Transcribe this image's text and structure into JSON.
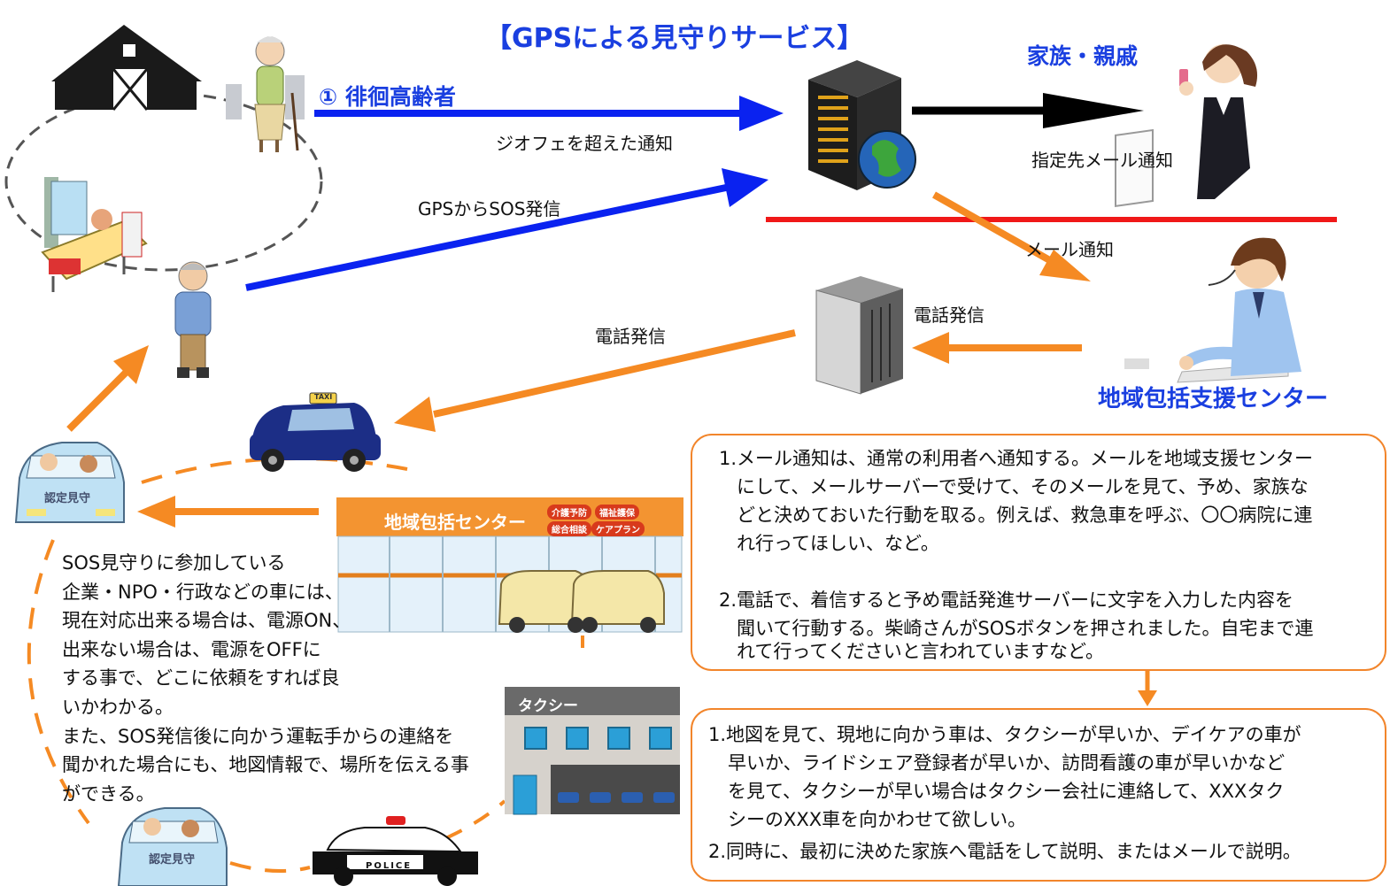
{
  "title": "【GPSによる見守りサービス】",
  "labels": {
    "wandering_elderly": "① 徘徊高齢者",
    "geofence_notice": "ジオフェを超えた通知",
    "gps_sos": "GPSからSOS発信",
    "family": "家族・親戚",
    "designated_mail": "指定先メール通知",
    "mail_notice": "メール通知",
    "phone_call_server": "電話発信",
    "phone_call_taxi": "電話発信",
    "center": "地域包括支援センター"
  },
  "building": {
    "sign": "地域包括センター",
    "tags": [
      "介護予防",
      "福祉護保",
      "総合相談",
      "ケアプラン"
    ]
  },
  "taxi_building": "タクシー",
  "car_text": "認定見守",
  "taxi_sign": "TAXI",
  "police_text": "POLICE",
  "left_note": [
    "SOS見守りに参加している",
    "企業・NPO・行政などの車には、",
    "現在対応出来る場合は、電源ON、",
    "出来ない場合は、電源をOFFに",
    "する事で、どこに依頼をすれば良",
    "いかわかる。",
    "また、SOS発信後に向かう運転手からの連絡を",
    "聞かれた場合にも、地図情報で、場所を伝える事",
    "ができる。"
  ],
  "box1": [
    "1.メール通知は、通常の利用者へ通知する。メールを地域支援センター",
    "にして、メールサーバーで受けて、そのメールを見て、予め、家族な",
    "どと決めておいた行動を取る。例えば、救急車を呼ぶ、〇〇病院に連",
    "れ行ってほしい、など。",
    "2.電話で、着信すると予め電話発進サーバーに文字を入力した内容を",
    "聞いて行動する。柴崎さんがSOSボタンを押されました。自宅まで連",
    "れて行ってくださいと言われていますなど。"
  ],
  "box2": [
    "1.地図を見て、現地に向かう車は、タクシーが早いか、デイケアの車が",
    "早いか、ライドシェア登録者が早いか、訪問看護の車が早いかなど",
    "を見て、タクシーが早い場合はタクシー会社に連絡して、XXXタク",
    "シーのXXX車を向かわせて欲しい。",
    "2.同時に、最初に決めた家族へ電話をして説明、またはメールで説明。"
  ],
  "colors": {
    "blue_arrow": "#0a22f0",
    "orange_arrow": "#f58a23",
    "black_arrow": "#000000",
    "red_line": "#f01818",
    "title_blue": "#1a3fe0",
    "box_border": "#f2852b"
  },
  "icons": [
    "house-icon",
    "elderly-woman-icon",
    "bed-icon",
    "elderly-man-icon",
    "server-globe-icon",
    "phone-server-icon",
    "family-woman-icon",
    "operator-icon",
    "taxi-icon",
    "watch-car-icon",
    "center-building-icon",
    "taxi-company-icon",
    "police-car-icon"
  ]
}
